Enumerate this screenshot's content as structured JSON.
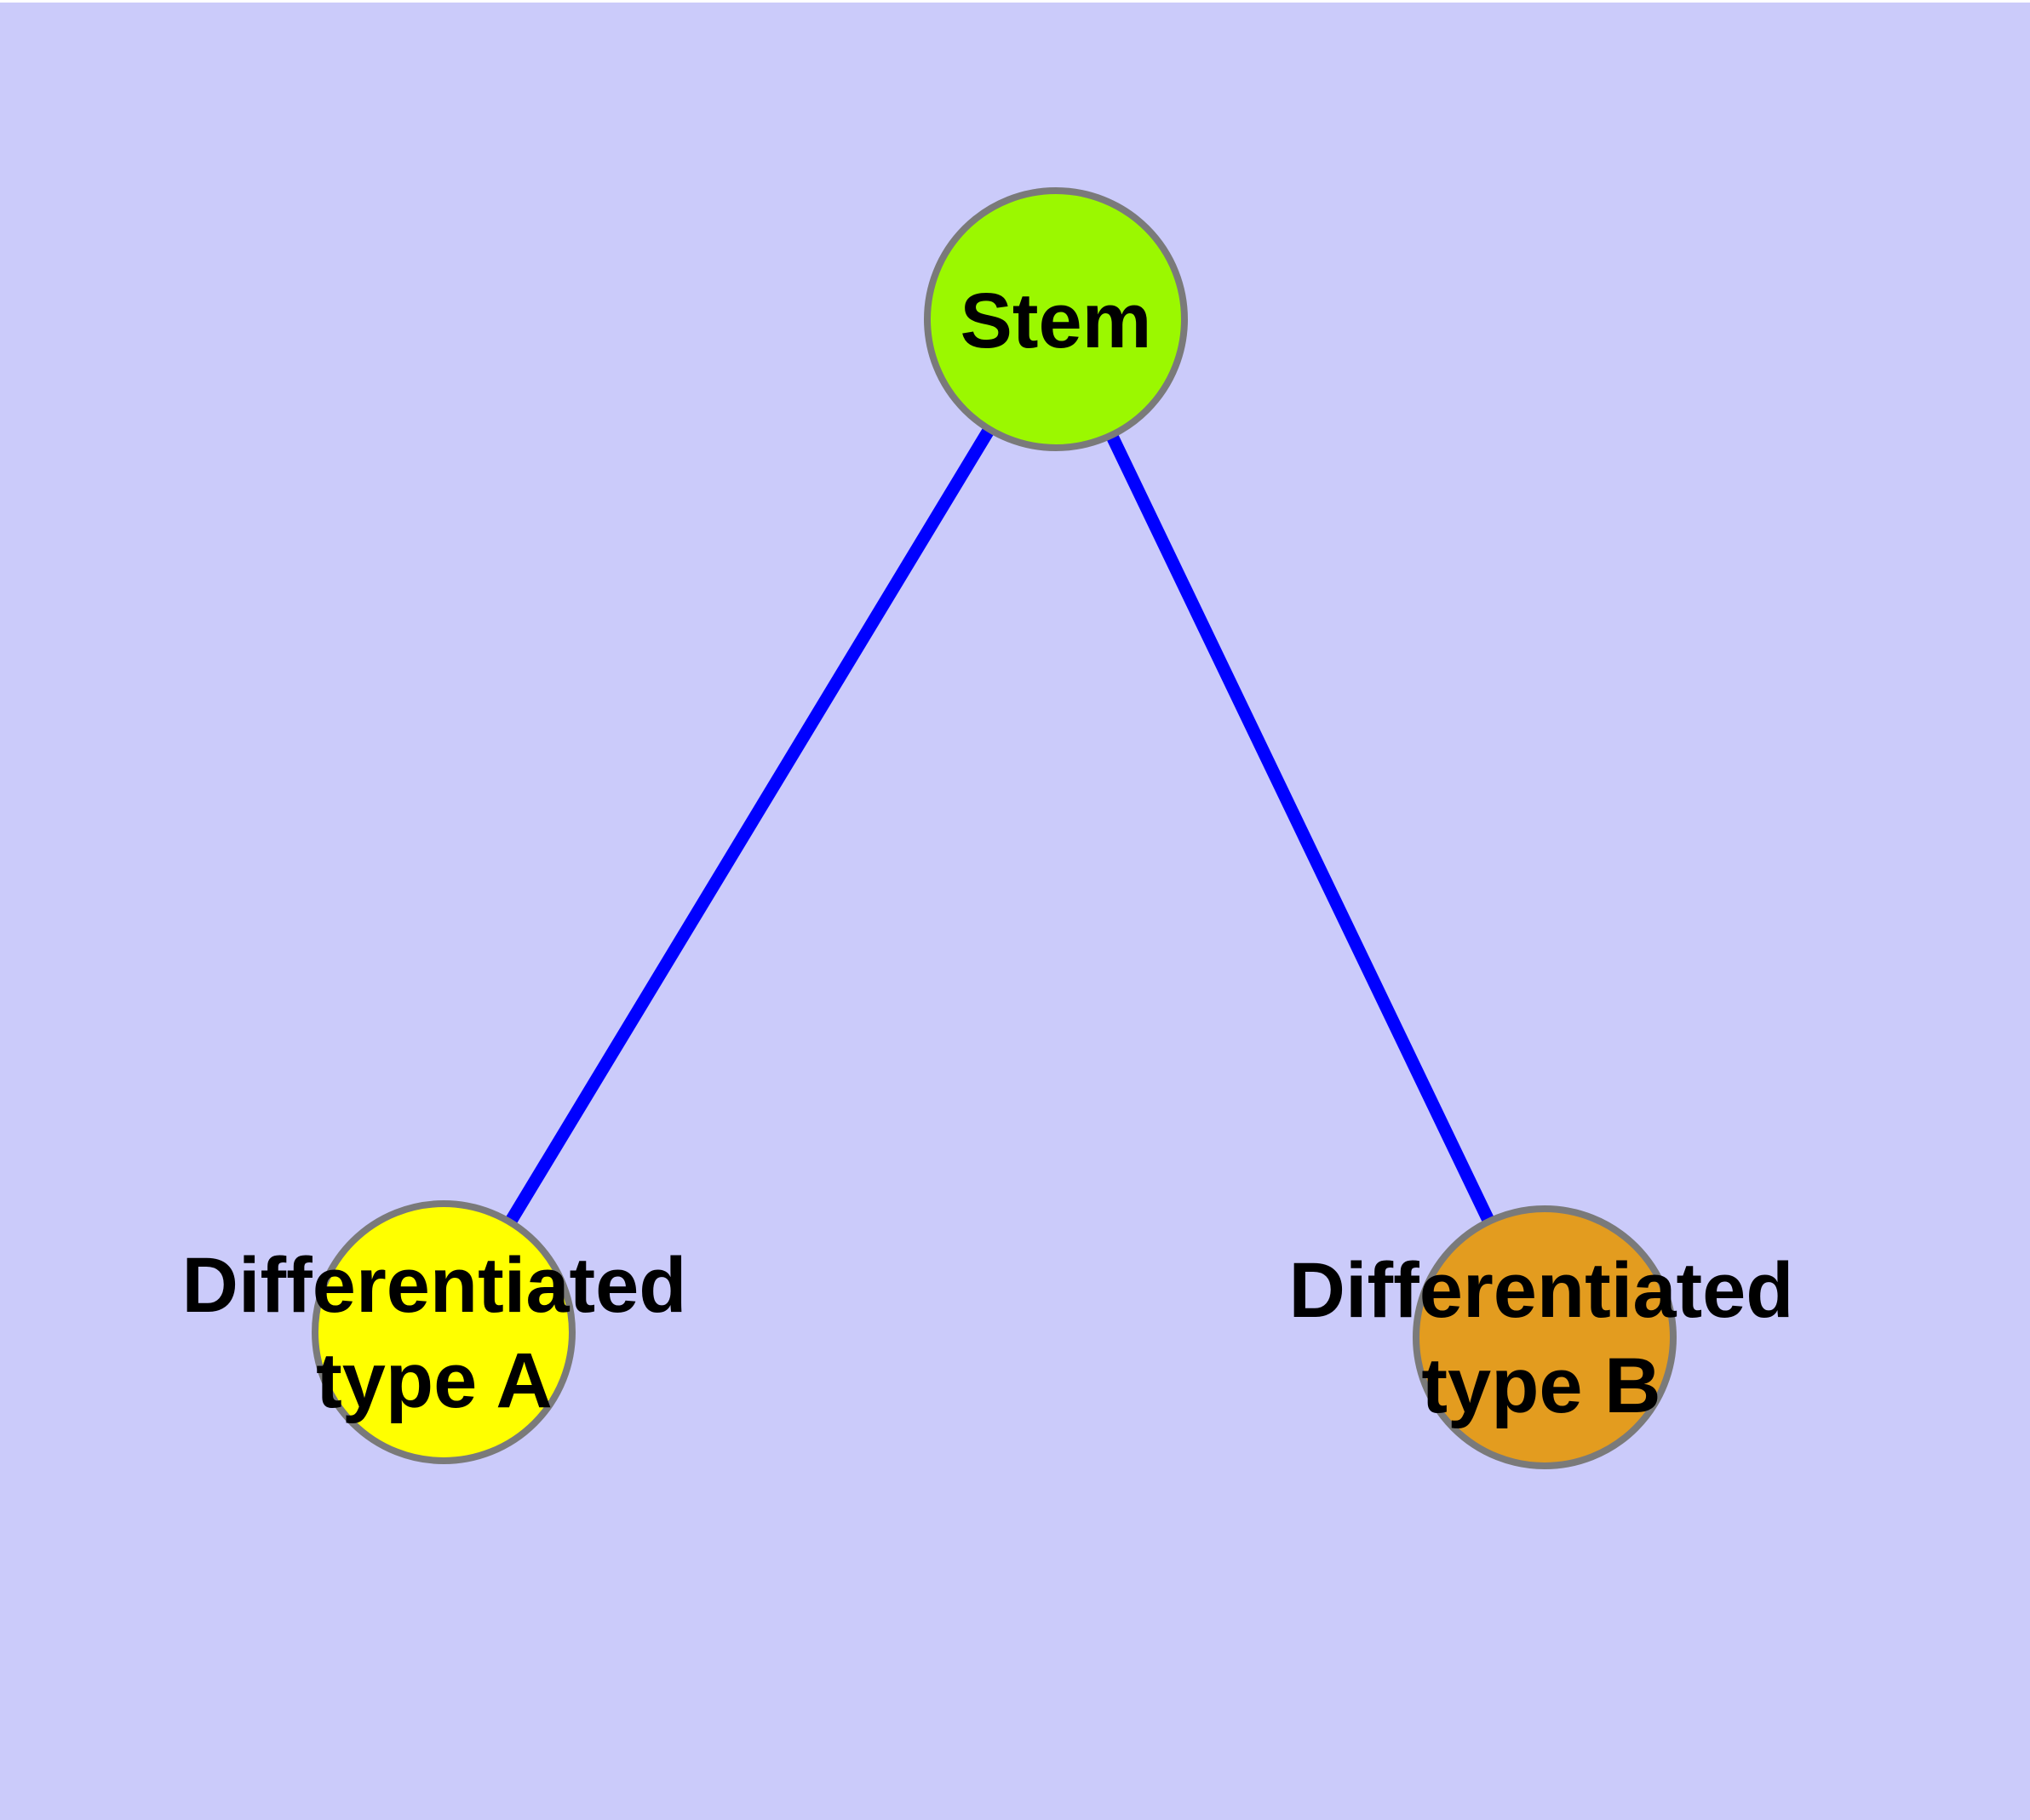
{
  "canvas": {
    "background_color": "#CBCBFA",
    "top_margin_color": "#FFFFFF"
  },
  "graph": {
    "nodes": [
      {
        "id": "stem",
        "label": "Stem",
        "fill": "#9BF800",
        "border": "#7A7A7A"
      },
      {
        "id": "type-a",
        "label": "Differentiated\ntype A",
        "fill": "#FFFF00",
        "border": "#7A7A7A"
      },
      {
        "id": "type-b",
        "label": "Differentiated\ntype B",
        "fill": "#E39C1F",
        "border": "#7A7A7A"
      }
    ],
    "edges": [
      {
        "from": "stem",
        "to": "type-a",
        "color": "#0000FF"
      },
      {
        "from": "stem",
        "to": "type-b",
        "color": "#0000FF"
      }
    ]
  }
}
